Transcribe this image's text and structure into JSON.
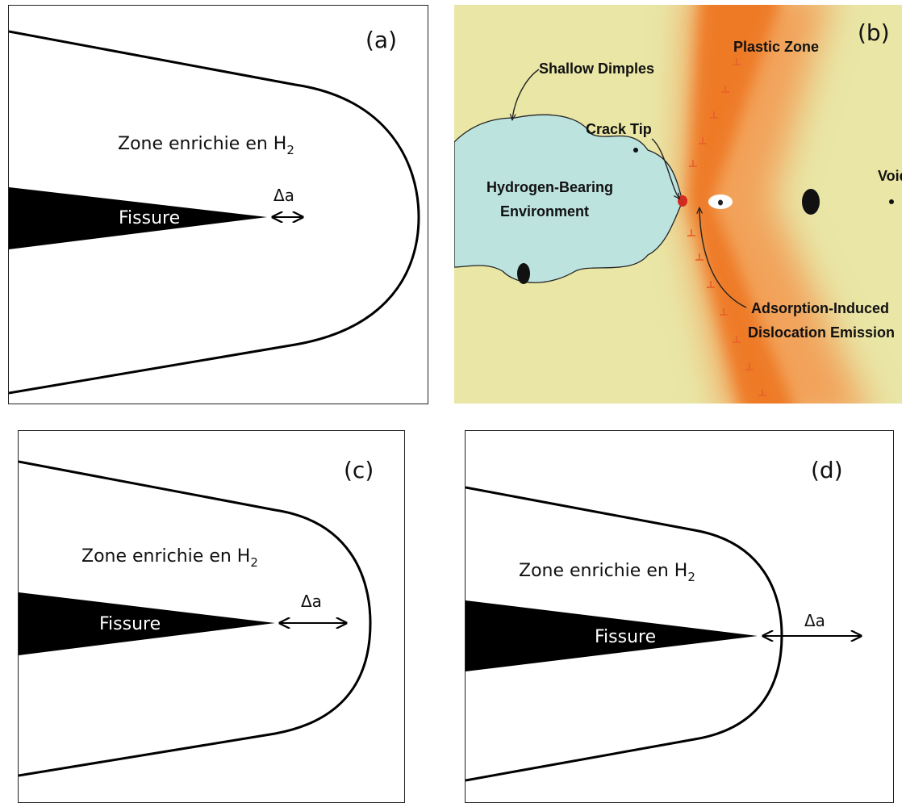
{
  "panel_a": {
    "letter": "(a)",
    "zone_text": "Zone enrichie en H",
    "zone_sub": "2",
    "crack_label": "Fissure",
    "delta_label": "Δa"
  },
  "panel_b": {
    "letter": "(b)",
    "plastic_zone": "Plastic Zone",
    "shallow_dimples": "Shallow Dimples",
    "crack_tip": "Crack Tip",
    "environment_line1": "Hydrogen-Bearing",
    "environment_line2": "Environment",
    "void": "Void",
    "adsorption_line1": "Adsorption-Induced",
    "adsorption_line2": "Dislocation Emission",
    "colors": {
      "background": "#e9e6a6",
      "plastic_core": "#ee7a26",
      "environment": "#bde3df",
      "crack_tip": "#d22a1f",
      "dislocation": "#e8632a"
    }
  },
  "panel_c": {
    "letter": "(c)",
    "zone_text": "Zone enrichie en H",
    "zone_sub": "2",
    "crack_label": "Fissure",
    "delta_label": "Δa"
  },
  "panel_d": {
    "letter": "(d)",
    "zone_text": "Zone enrichie en H",
    "zone_sub": "2",
    "crack_label": "Fissure",
    "delta_label": "Δa"
  }
}
